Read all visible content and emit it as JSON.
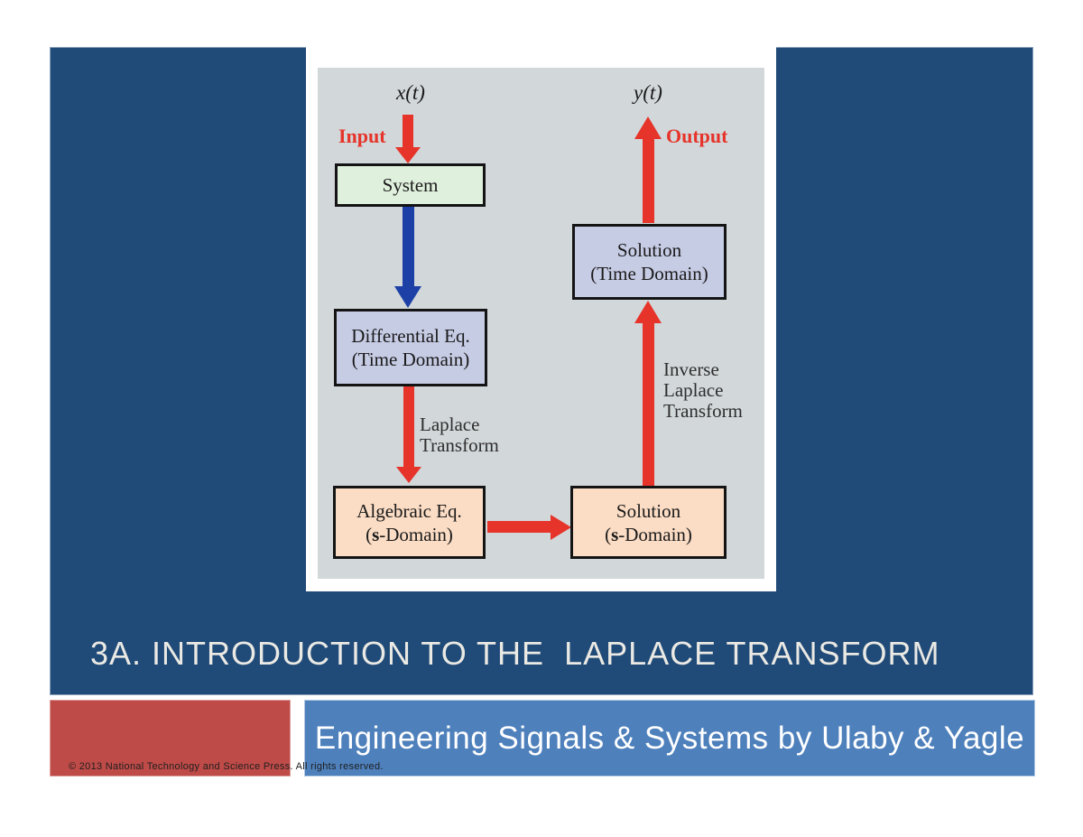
{
  "slide": {
    "title": "3A. INTRODUCTION TO THE  LAPLACE TRANSFORM",
    "footer": {
      "banner_text": "Engineering Signals & Systems by Ulaby & Yagle",
      "copyright": "© 2013 National Technology and Science Press. All rights reserved."
    },
    "colors": {
      "background_blue": "#204A77",
      "footer_red": "#BE4B48",
      "footer_blue": "#4E80BC",
      "diagram_bg": "#D2D7DA",
      "arrow_red": "#E6342A",
      "arrow_blue": "#1C40A5",
      "box_green": "#DFF0DC",
      "box_lavender": "#C7CCE5",
      "box_peach": "#FBDCC4"
    }
  },
  "diagram": {
    "input_signal": "x(t)",
    "output_signal": "y(t)",
    "input_label": "Input",
    "output_label": "Output",
    "boxes": {
      "system": {
        "line1": "System"
      },
      "differential": {
        "line1": "Differential Eq.",
        "line2": "(Time Domain)"
      },
      "algebraic": {
        "line1": "Algebraic Eq.",
        "line2_prefix": "(",
        "line2_bold": "s",
        "line2_suffix": "-Domain)"
      },
      "solution_s": {
        "line1": "Solution",
        "line2_prefix": "(",
        "line2_bold": "s",
        "line2_suffix": "-Domain)"
      },
      "solution_time": {
        "line1": "Solution",
        "line2": "(Time Domain)"
      }
    },
    "arrow_labels": {
      "laplace": {
        "line1": "Laplace",
        "line2": "Transform"
      },
      "inverse": {
        "line1": "Inverse",
        "line2": "Laplace",
        "line3": "Transform"
      }
    }
  }
}
